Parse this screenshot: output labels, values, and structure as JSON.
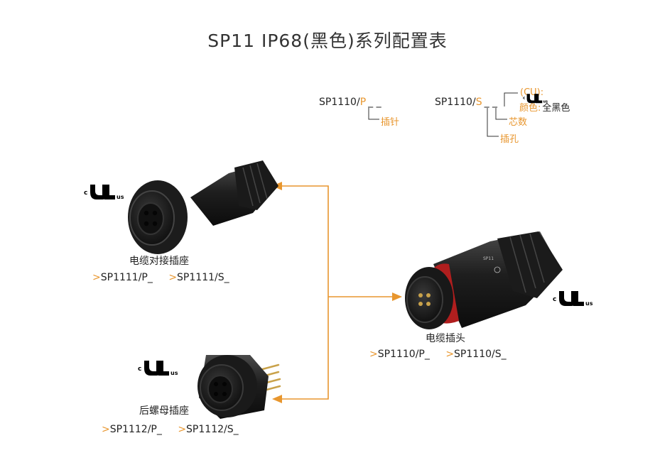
{
  "title": "SP11 IP68(黑色)系列配置表",
  "config_pin": {
    "prefix": "SP1110/",
    "letter": "P",
    "blanks": "_ _",
    "pin_label": "插针"
  },
  "config_socket": {
    "prefix": "SP1110/",
    "letter": "S",
    "blanks": "_ _",
    "cert_label": "(CU):",
    "color_label": "颜色:",
    "color_value": "全黑色",
    "cores_label": "芯数",
    "hole_label": "插孔"
  },
  "ul_mark": {
    "c": "c",
    "us": "us"
  },
  "products": {
    "cable_socket": {
      "name": "电缆对接插座",
      "codes": [
        "SP1111/P_",
        "SP1111/S_"
      ]
    },
    "cable_plug": {
      "name": "电缆插头",
      "codes": [
        "SP1110/P_",
        "SP1110/S_"
      ]
    },
    "rear_nut_socket": {
      "name": "后螺母插座",
      "codes": [
        "SP1112/P_",
        "SP1112/S_"
      ]
    }
  },
  "arrow_marker": ">",
  "colors": {
    "accent": "#e8962e",
    "text": "#222222",
    "connector": "#1a1a1a"
  }
}
